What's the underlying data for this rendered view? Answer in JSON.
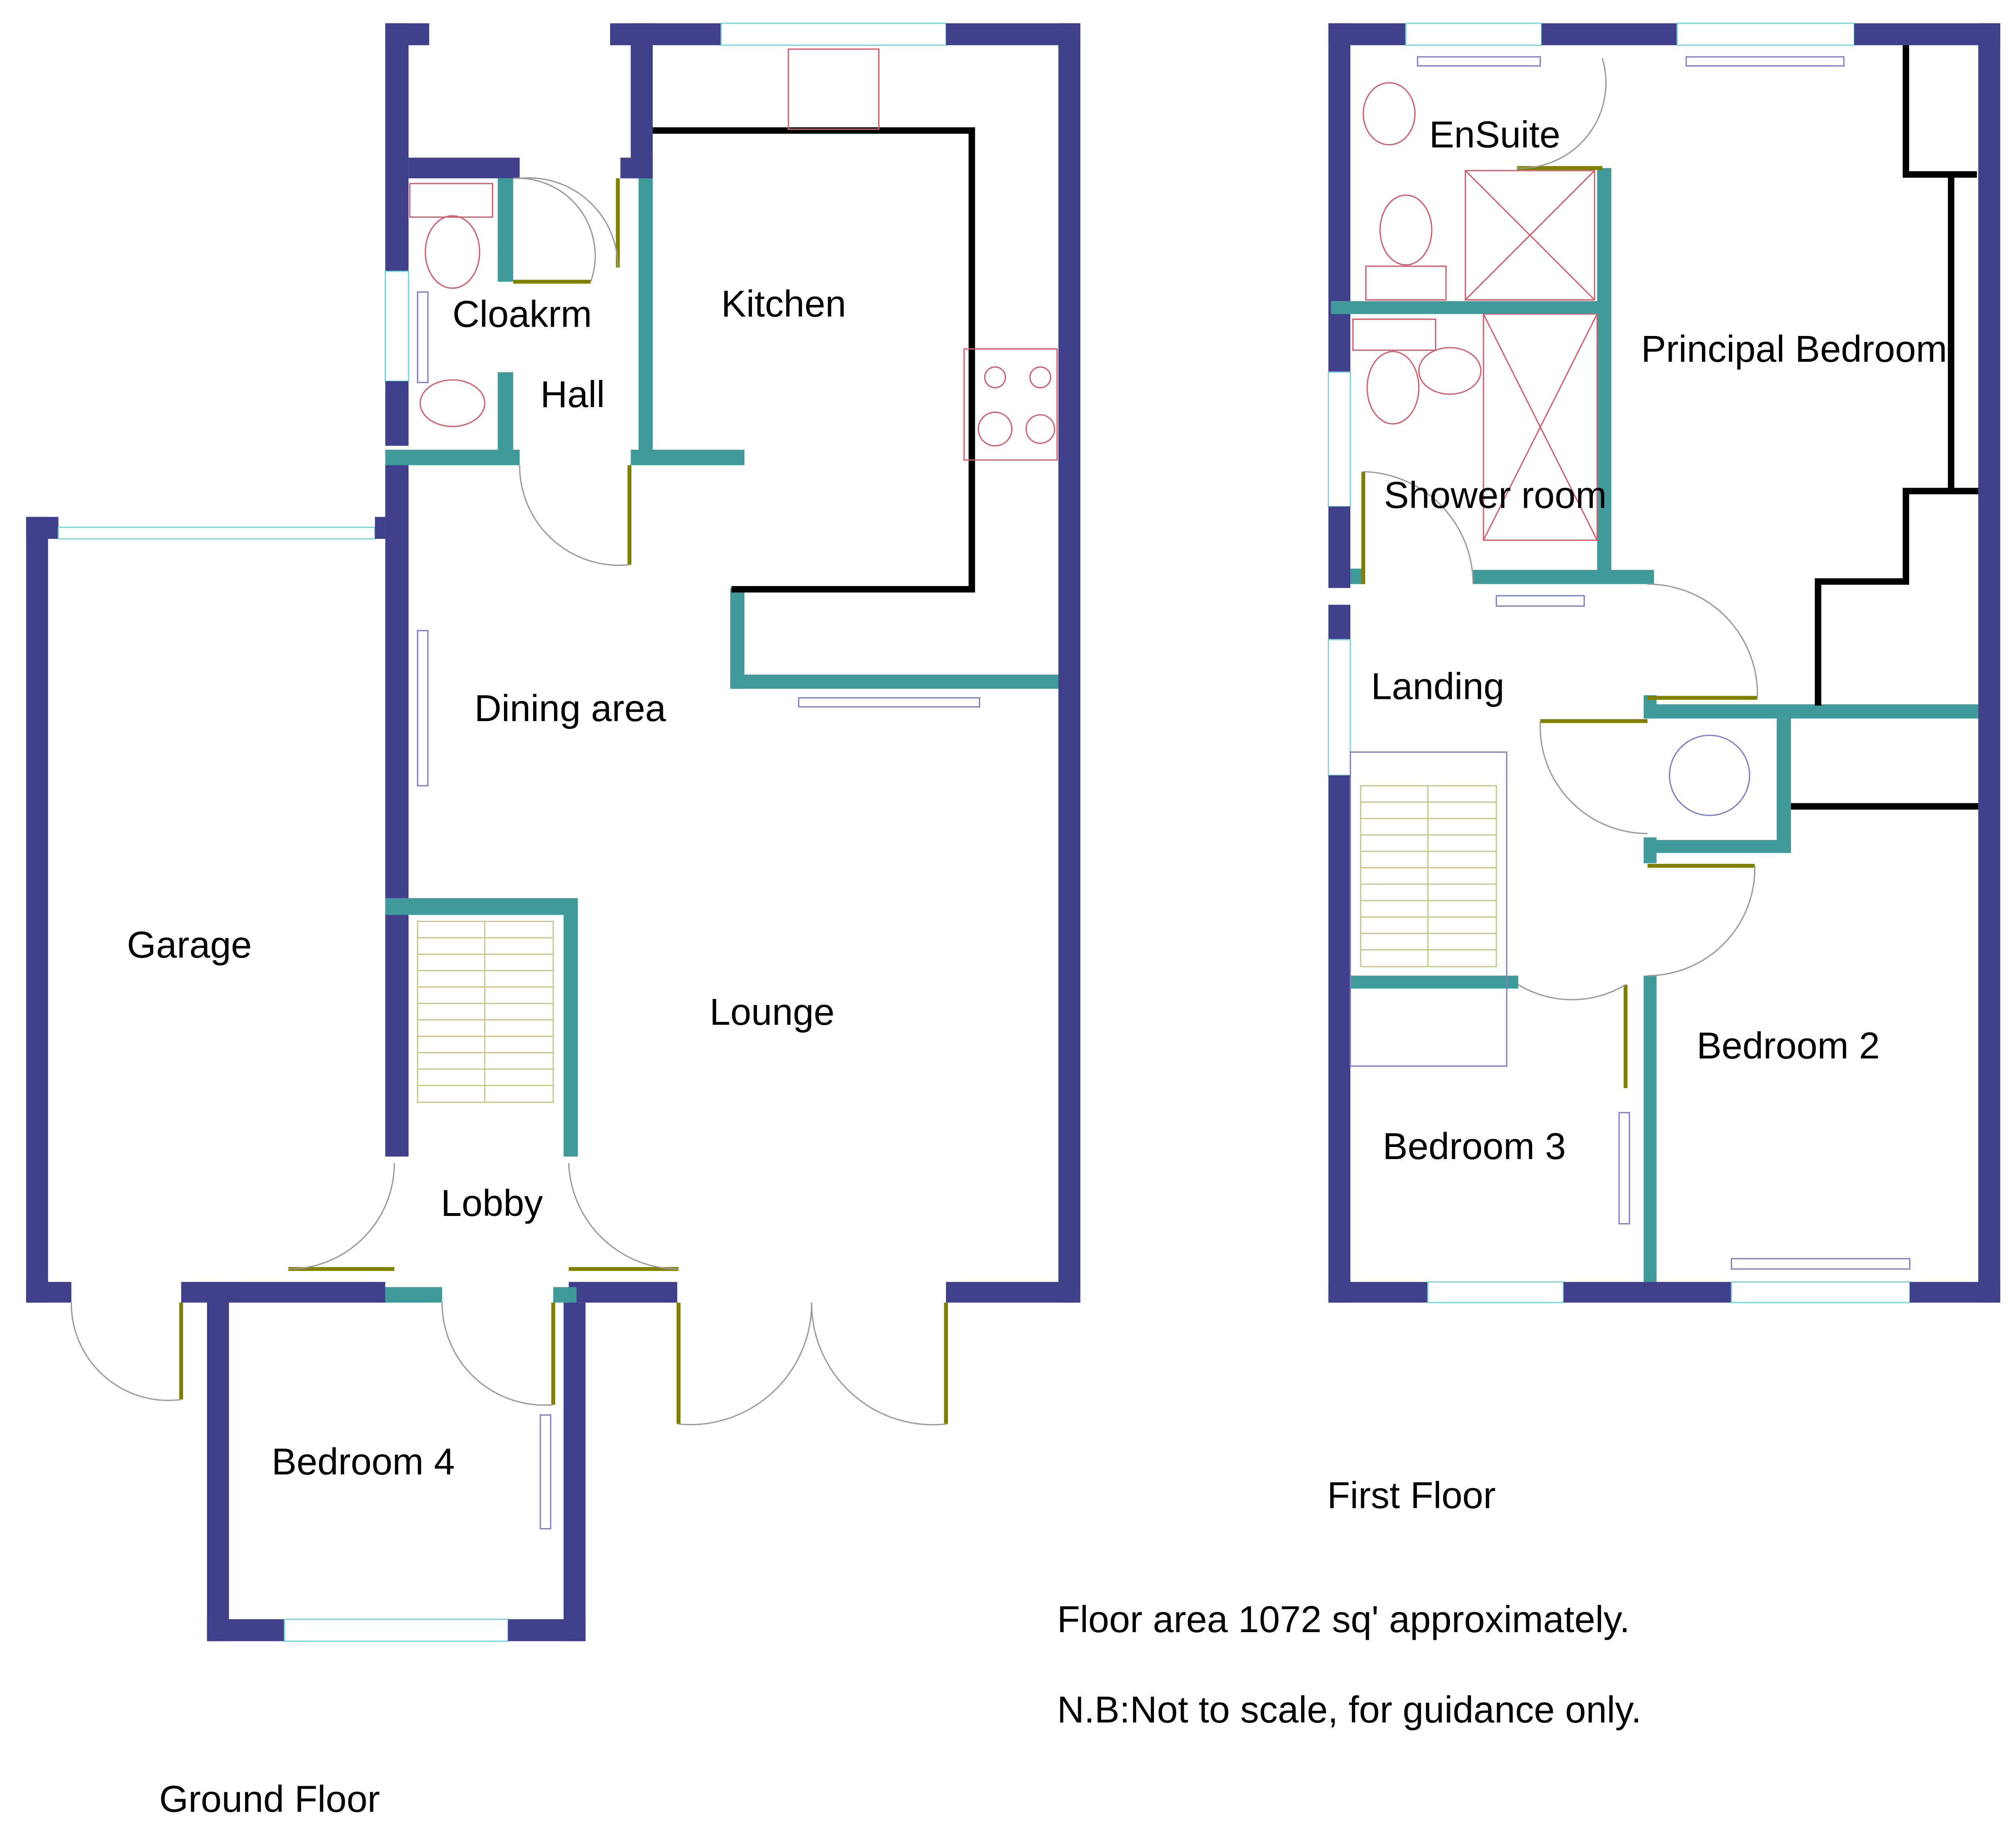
{
  "ground_floor": {
    "title": "Ground Floor",
    "rooms": {
      "cloakroom": "Cloakrm",
      "kitchen": "Kitchen",
      "hall": "Hall",
      "dining": "Dining area",
      "garage": "Garage",
      "lounge": "Lounge",
      "lobby": "Lobby",
      "bedroom4": "Bedroom 4"
    }
  },
  "first_floor": {
    "title": "First Floor",
    "rooms": {
      "ensuite": "EnSuite",
      "principal": "Principal Bedroom",
      "shower": "Shower room",
      "landing": "Landing",
      "bedroom2": "Bedroom 2",
      "bedroom3": "Bedroom 3"
    }
  },
  "notes": {
    "area": "Floor area 1072 sq' approximately.",
    "disclaimer": "N.B:Not to scale, for guidance only."
  },
  "colors": {
    "outer_wall": "#3f3f8c",
    "inner_wall": "#409a9a",
    "door": "#808000"
  }
}
